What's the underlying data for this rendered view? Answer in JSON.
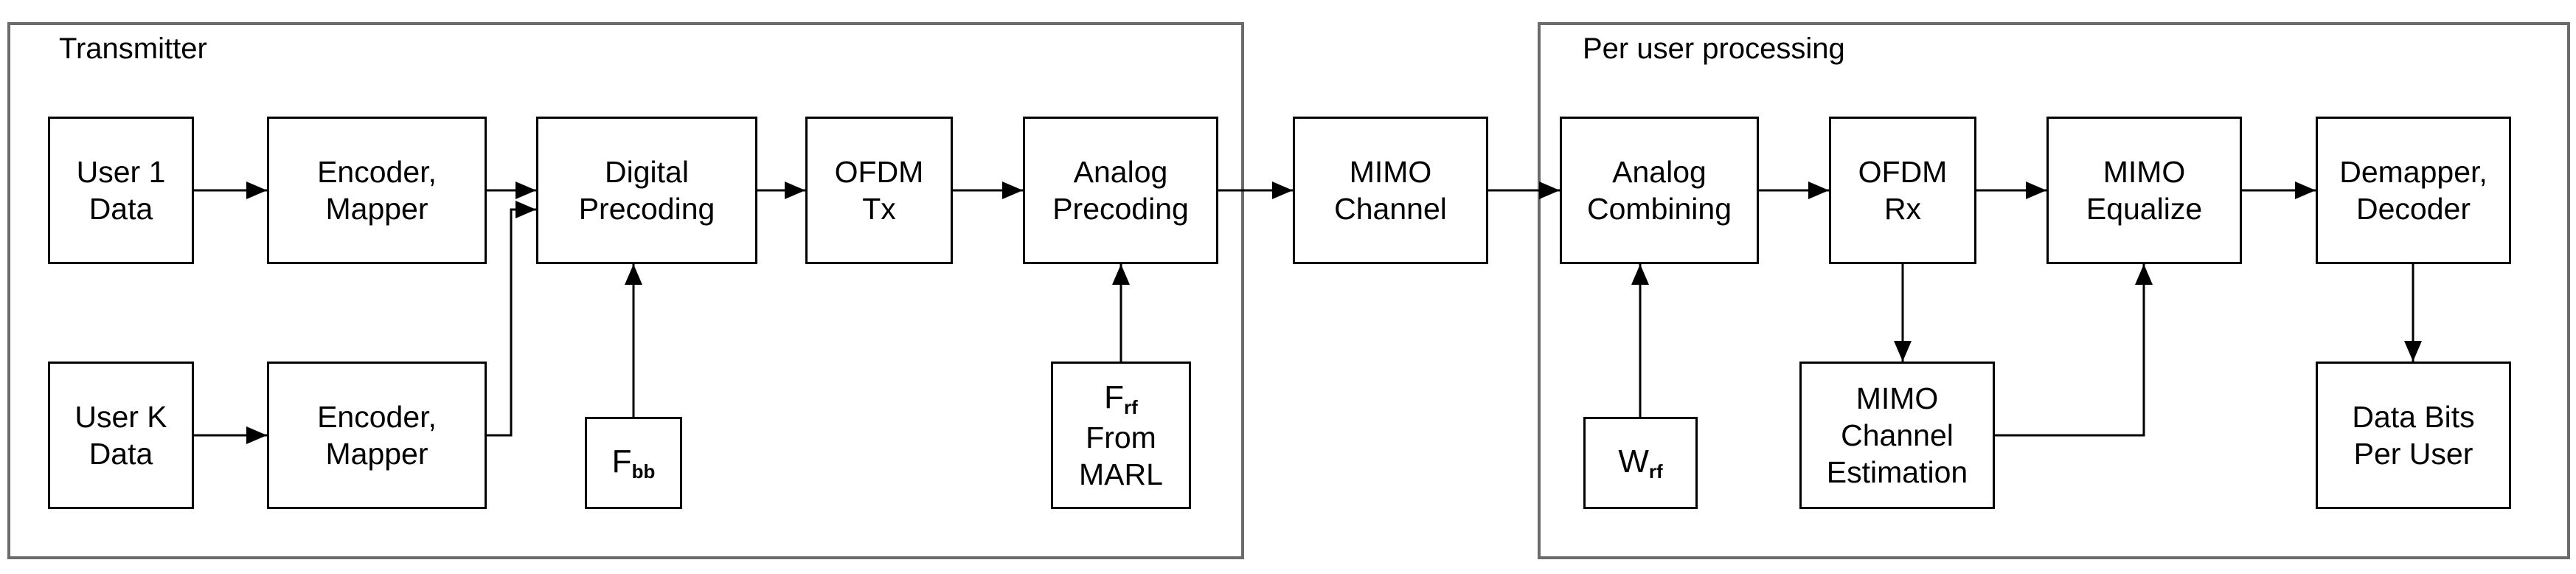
{
  "groups": {
    "transmitter": "Transmitter",
    "receiver": "Per user processing"
  },
  "blocks": {
    "user1": [
      "User 1",
      "Data"
    ],
    "userk": [
      "User K",
      "Data"
    ],
    "enc1": [
      "Encoder,",
      "Mapper"
    ],
    "enck": [
      "Encoder,",
      "Mapper"
    ],
    "digital": [
      "Digital",
      "Precoding"
    ],
    "ofdm_tx": [
      "OFDM",
      "Tx"
    ],
    "analog_pre": [
      "Analog",
      "Precoding"
    ],
    "channel": [
      "MIMO",
      "Channel"
    ],
    "analog_comb": [
      "Analog",
      "Combining"
    ],
    "ofdm_rx": [
      "OFDM",
      "Rx"
    ],
    "equalize": [
      "MIMO",
      "Equalize"
    ],
    "demapper": [
      "Demapper,",
      "Decoder"
    ],
    "estimation": [
      "MIMO",
      "Channel",
      "Estimation"
    ],
    "databits": [
      "Data Bits",
      "Per User"
    ],
    "frf": {
      "main": "F",
      "sub": "rf",
      "lines": [
        "From",
        "MARL"
      ]
    },
    "fbb": {
      "main": "F",
      "sub": "bb"
    },
    "wrf": {
      "main": "W",
      "sub": "rf"
    }
  }
}
